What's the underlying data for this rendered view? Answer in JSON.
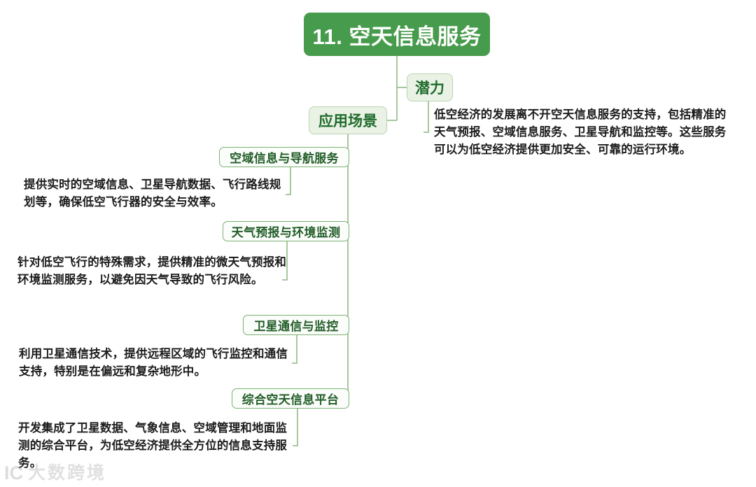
{
  "meta": {
    "colors": {
      "root_fill": "#479b4c",
      "root_text": "#ffffff",
      "branch_fill": "#e9f2e5",
      "branch_border": "#b9d4b0",
      "branch_text": "#1f6b2c",
      "leaf_fill": "#fbfdfa",
      "leaf_border": "#7ab273",
      "leaf_text": "#225d28",
      "wire": "#9cc294",
      "body_text": "#1c1c1c",
      "background": "#ffffff"
    }
  },
  "root": {
    "label": "11. 空天信息服务"
  },
  "branches": [
    {
      "id": "qianli",
      "label": "潜力",
      "body": "低空经济的发展离不开空天信息服务的支持，包括精准的天气预报、空域信息服务、卫星导航和监控等。这些服务可以为低空经济提供更加安全、可靠的运行环境。"
    },
    {
      "id": "changjing",
      "label": "应用场景"
    }
  ],
  "scenarios": [
    {
      "id": "kongyu",
      "label": "空域信息与导航服务",
      "body": "提供实时的空域信息、卫星导航数据、飞行路线规划等，确保低空飞行器的安全与效率。"
    },
    {
      "id": "tianqi",
      "label": "天气预报与环境监测",
      "body": "针对低空飞行的特殊需求，提供精准的微天气预报和环境监测服务，以避免因天气导致的飞行风险。"
    },
    {
      "id": "weixing",
      "label": "卫星通信与监控",
      "body": "利用卫星通信技术，提供远程区域的飞行监控和通信支持，特别是在偏远和复杂地形中。"
    },
    {
      "id": "zonghe",
      "label": "综合空天信息平台",
      "body": "开发集成了卫星数据、气象信息、空域管理和地面监测的综合平台，为低空经济提供全方位的信息支持服务。"
    }
  ],
  "watermark": {
    "mark": "IC",
    "text": "大数跨境"
  }
}
